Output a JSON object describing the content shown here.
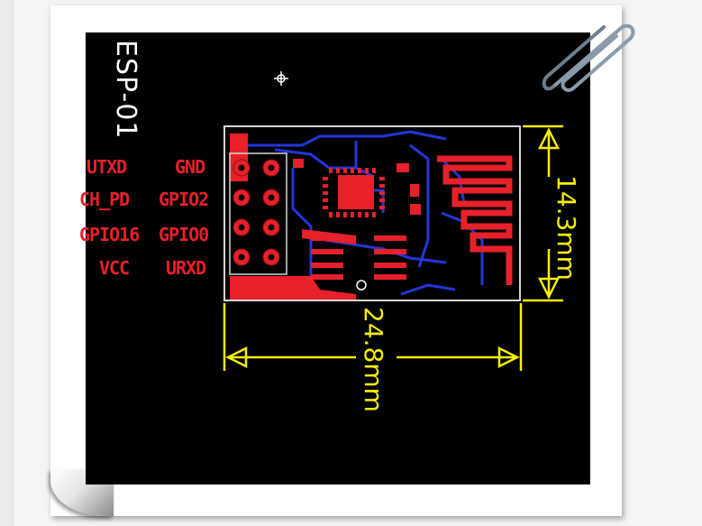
{
  "board": {
    "title": "ESP-01",
    "pins_left": [
      "UTXD",
      "CH_PD",
      "GPIO16",
      "VCC"
    ],
    "pins_right": [
      "GND",
      "GPIO2",
      "GPIO0",
      "URXD"
    ]
  },
  "dimensions": {
    "height_label": "14.3mm",
    "width_label": "24.8mm"
  },
  "colors": {
    "background": "#000000",
    "copper_top": "#e8202a",
    "copper_bottom": "#2236d8",
    "dimension": "#f5f000",
    "outline": "#d8d8d8",
    "title": "#ffffff"
  },
  "icons": [
    "paperclip-icon",
    "crosshair-icon"
  ]
}
